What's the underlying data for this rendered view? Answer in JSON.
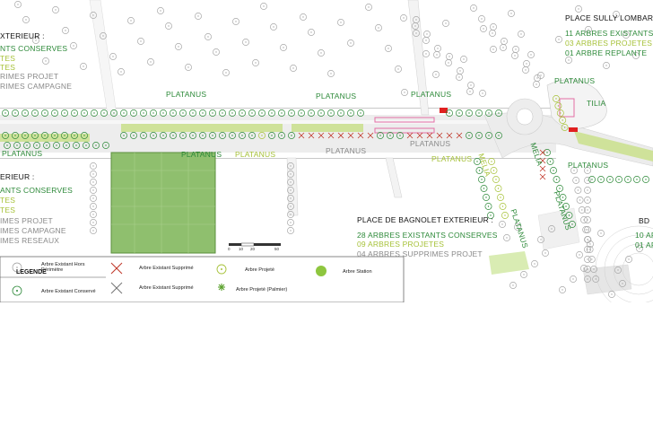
{
  "colors": {
    "tree_dark_green": "#2e8a3a",
    "tree_light_green": "#a7c23a",
    "removed_red": "#c0392b",
    "station_green": "#8ec63f",
    "median_green": "#cfe29a",
    "road_grey": "#ececec",
    "building_pink": "#e36ea5",
    "parked_red": "#e02020"
  },
  "icons": [
    "tree-existing-outside-icon",
    "tree-existing-kept-icon",
    "tree-removed-red-cross-icon",
    "tree-removed-grey-cross-icon",
    "tree-projected-icon",
    "palm-projected-icon",
    "tree-station-icon"
  ],
  "place_sully": {
    "title": "PLACE SULLY LOMBAR",
    "line1": "11 ARBRES EXISTANTS",
    "line2": "03 ARBRES PROJETES",
    "line3": "01 ARBRE REPLANTE"
  },
  "left_block_top": {
    "title": "XTERIEUR :",
    "line1": "NTS CONSERVES",
    "line2": "TES",
    "line3": "TES",
    "line4": "RIMES PROJET",
    "line5": "RIMES CAMPAGNE"
  },
  "left_block_bottom": {
    "title": "ERIEUR :",
    "line1": "ANTS CONSERVES",
    "line2": "TES",
    "line3": "TES",
    "line4": "IMES PROJET",
    "line5": "IMES CAMPAGNE",
    "line6": "IMES RESEAUX"
  },
  "place_bagnolet": {
    "title": "PLACE DE BAGNOLET  EXTERIEUR :",
    "line1": "28 ARBRES EXISTANTS CONSERVES",
    "line2": "09 ARBRES PROJETES",
    "line3": "04 ARBRES SUPPRIMES PROJET"
  },
  "species_labels": {
    "platanus_1": "PLATANUS",
    "platanus_2": "PLATANUS",
    "platanus_3": "PLATANUS",
    "platanus_4": "PLATANUS",
    "platanus_5": "PLATANUS",
    "platanus_6": "PLATANUS",
    "platanus_7": "PLATANUS",
    "platanus_8": "PLATANUS",
    "platanus_9": "PLATANUS",
    "platanus_10": "PLATANUS",
    "platanus_11": "PLATANUS",
    "tilia": "TILIA",
    "melia_1": "MELIA",
    "melia_2": "MELIA"
  },
  "right_edge": {
    "bd": "BD",
    "ar1": "10 AR",
    "ar2": "01 AR"
  },
  "scale": {
    "values": [
      "0",
      "10",
      "20",
      "50"
    ]
  },
  "legend": {
    "title": "LEGENDE",
    "existing_outside": "Arbre Existant Hors Périmètre",
    "existing_kept": "Arbre Existant Conservé",
    "removed_red": "Arbre Existant Supprimé",
    "removed_grey": "Arbre Existant Supprimé",
    "projected": "Arbre Projeté",
    "palm_projected": "Arbre Projeté (Palmier)",
    "station": "Arbre Station"
  }
}
